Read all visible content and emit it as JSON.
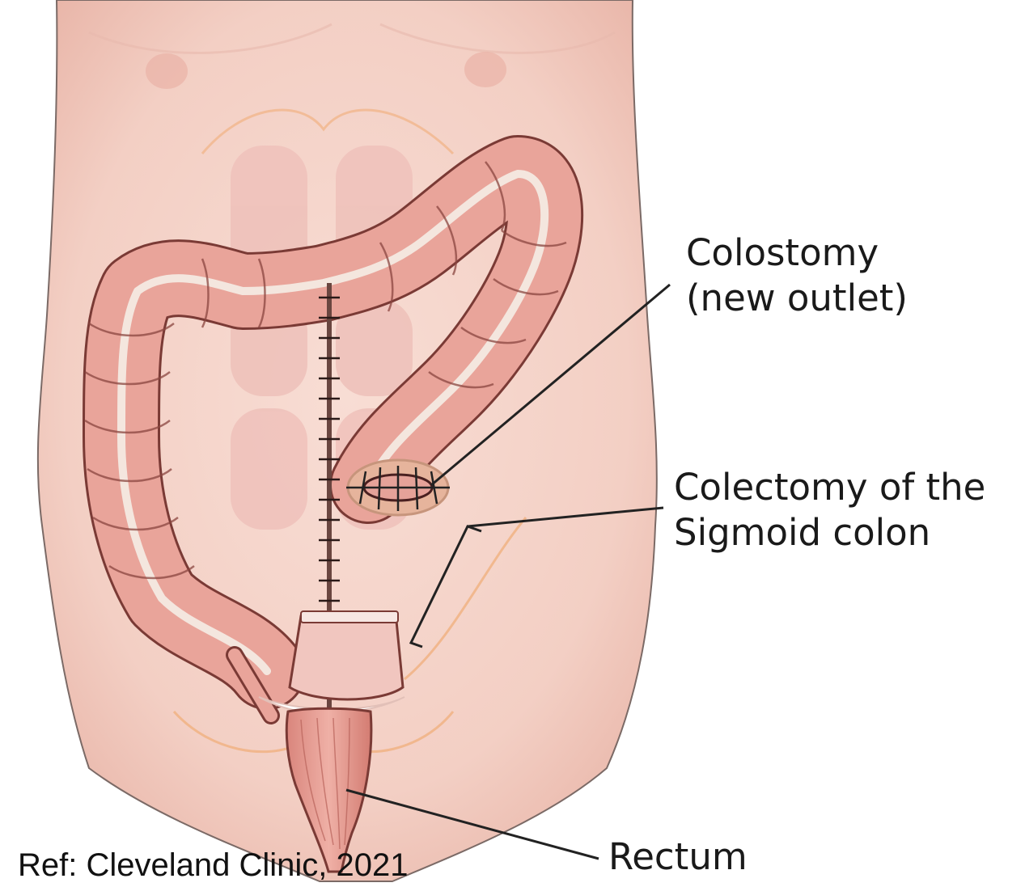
{
  "labels": {
    "colostomy_line1": "Colostomy",
    "colostomy_line2": "(new outlet)",
    "colectomy_line1": "Colectomy of the",
    "colectomy_line2": "Sigmoid colon",
    "rectum": "Rectum"
  },
  "reference": "Ref: Cleveland Clinic, 2021",
  "colors": {
    "skin": "#f7d9d0",
    "skin_shadow": "#eab7aa",
    "colon": "#e9a49a",
    "colon_outline": "#7a3a35",
    "stripe": "#f4e6de",
    "leader_line": "#222222"
  }
}
